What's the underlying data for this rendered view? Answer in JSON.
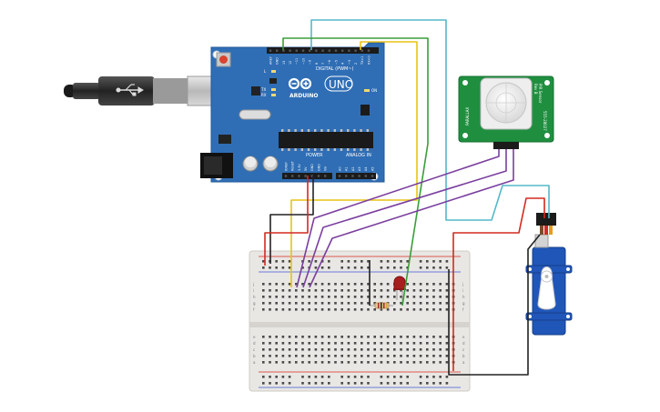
{
  "arduino": {
    "brand": "ARDUINO",
    "model": "UNO",
    "digital_label": "DIGITAL (PWM~)",
    "power_label": "POWER",
    "analog_label": "ANALOG IN",
    "on_label": "ON",
    "tx_label": "TX",
    "rx_label": "RX",
    "l_label": "L",
    "top_pins": [
      "AREF",
      "GND",
      "13",
      "12",
      "~11",
      "~10",
      "~9",
      "8",
      "7",
      "~6",
      "~5",
      "4",
      "~3",
      "2",
      "TX>1",
      "RX<0"
    ],
    "power_pins": [
      "IOREF",
      "RESET",
      "3.3V",
      "5V",
      "GND",
      "GND",
      "Vin"
    ],
    "analog_pins": [
      "A0",
      "A1",
      "A2",
      "A3",
      "A4",
      "A5"
    ],
    "board_color": "#2f6eb5"
  },
  "pir": {
    "left_text": "PARALLAX",
    "right_text_1": "PIR Sensor",
    "right_text_2": "Rev B",
    "right_text_3": "555-28027",
    "board_color": "#1f8f3f"
  },
  "breadboard": {
    "row_letters_top": [
      "j",
      "i",
      "h",
      "g",
      "f"
    ],
    "row_letters_bottom": [
      "e",
      "d",
      "c",
      "b",
      "a"
    ]
  },
  "wire_colors": {
    "red": "#d42a1e",
    "black": "#222222",
    "yellow": "#e8c413",
    "green": "#3a9d3a",
    "purple": "#7b3f9e",
    "cyan": "#55b8c8"
  }
}
